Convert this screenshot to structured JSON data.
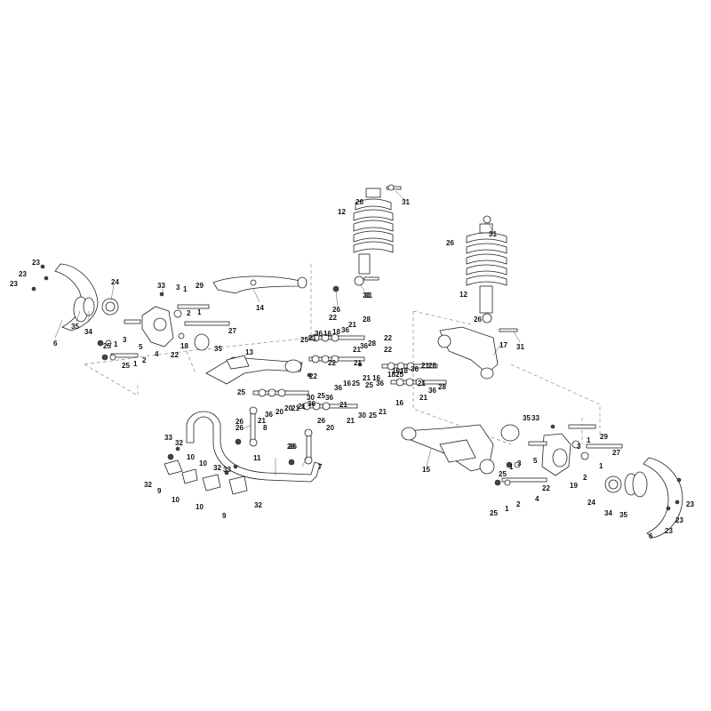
{
  "diagram": {
    "callouts": {
      "c001": "23",
      "c002": "23",
      "c003": "23",
      "c004": "6",
      "c005": "35",
      "c006": "34",
      "c007": "24",
      "c008": "33",
      "c009": "3",
      "c010": "1",
      "c011": "2",
      "c012": "1",
      "c013": "25",
      "c014": "1",
      "c015": "3",
      "c016": "5",
      "c017": "25",
      "c018": "1",
      "c019": "2",
      "c020": "4",
      "c021": "22",
      "c022": "18",
      "c023": "35",
      "c024": "27",
      "c025": "29",
      "c026": "14",
      "c027": "26",
      "c028": "12",
      "c029": "31",
      "c030": "31",
      "c031": "26",
      "c032": "22",
      "c033": "13",
      "c034": "25",
      "c035": "21",
      "c036": "36",
      "c037": "16",
      "c038": "18",
      "c039": "36",
      "c040": "21",
      "c041": "28",
      "c042": "22",
      "c043": "21",
      "c044": "36",
      "c045": "28",
      "c046": "22",
      "c047": "22",
      "c048": "22",
      "c049": "21",
      "c050": "36",
      "c051": "16",
      "c052": "25",
      "c053": "21",
      "c054": "16",
      "c055": "25",
      "c056": "36",
      "c057": "16",
      "c058": "18",
      "c059": "21",
      "c060": "28",
      "c061": "18",
      "c062": "25",
      "c063": "36",
      "c064": "21",
      "c065": "36",
      "c066": "28",
      "c067": "21",
      "c068": "16",
      "c069": "30",
      "c070": "25",
      "c071": "36",
      "c072": "36",
      "c073": "21",
      "c074": "25",
      "c075": "21",
      "c076": "30",
      "c077": "25",
      "c078": "21",
      "c079": "20",
      "c080": "20",
      "c081": "21",
      "c082": "26",
      "c083": "21",
      "c084": "36",
      "c085": "20",
      "c086": "21",
      "c087": "8",
      "c088": "26",
      "c089": "26",
      "c090": "26",
      "c091": "31",
      "c092": "26",
      "c093": "31",
      "c094": "12",
      "c095": "26",
      "c096": "17",
      "c097": "31",
      "c098": "11",
      "c099": "26",
      "c100": "7",
      "c101": "33",
      "c102": "32",
      "c103": "32",
      "c104": "10",
      "c105": "10",
      "c106": "9",
      "c107": "10",
      "c108": "10",
      "c109": "32",
      "c110": "33",
      "c111": "9",
      "c112": "32",
      "c113": "15",
      "c114": "35",
      "c115": "33",
      "c116": "1",
      "c117": "29",
      "c118": "27",
      "c119": "25",
      "c120": "1",
      "c121": "3",
      "c122": "5",
      "c123": "3",
      "c124": "1",
      "c125": "19",
      "c126": "2",
      "c127": "22",
      "c128": "4",
      "c129": "25",
      "c130": "1",
      "c131": "2",
      "c132": "24",
      "c133": "34",
      "c134": "35",
      "c135": "6",
      "c136": "23",
      "c137": "23",
      "c138": "23"
    }
  }
}
